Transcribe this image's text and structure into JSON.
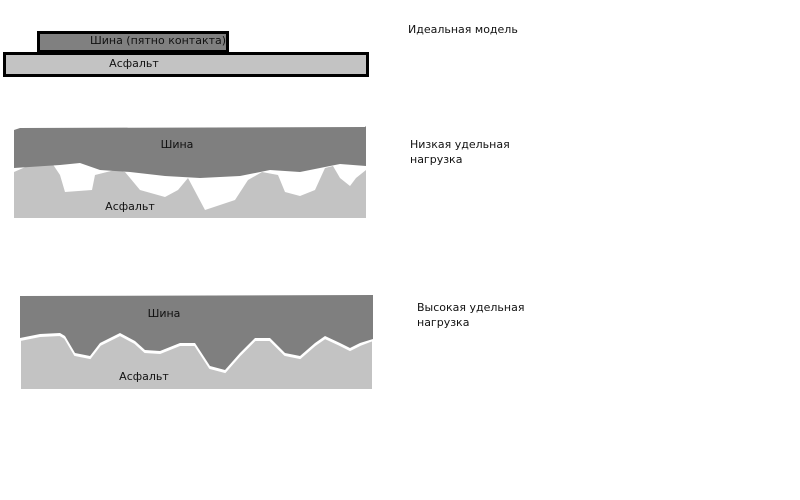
{
  "colors": {
    "tire": "#7f7f7f",
    "asphalt": "#c3c3c3",
    "border": "#000000",
    "gap": "#ffffff"
  },
  "ideal": {
    "caption": "Идеальная модель",
    "tire_label": "Шина (пятно контакта)",
    "asphalt_label": "Асфальт"
  },
  "low_load": {
    "caption_line1": "Низкая удельная",
    "caption_line2": "нагрузка",
    "tire_label": "Шина",
    "asphalt_label": "Асфальт"
  },
  "high_load": {
    "caption_line1": "Высокая удельная",
    "caption_line2": "нагрузка",
    "tire_label": "Шина",
    "asphalt_label": "Асфальт"
  }
}
